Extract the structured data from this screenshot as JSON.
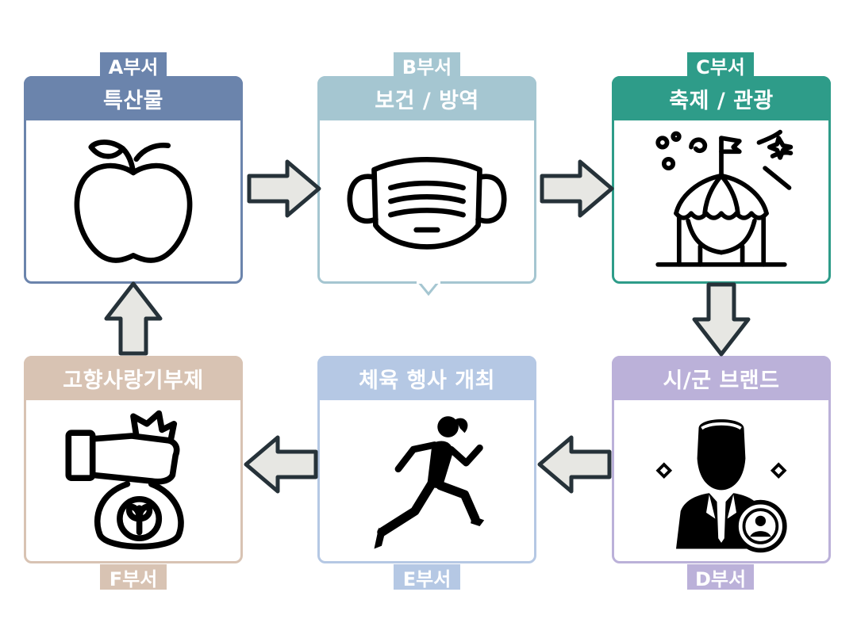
{
  "steps": [
    {
      "id": "a",
      "title": "특산물",
      "dept": "A부서",
      "color": "#6b84ac",
      "icon": "apple-icon"
    },
    {
      "id": "b",
      "title": "보건 / 방역",
      "dept": "B부서",
      "color": "#a5c6d1",
      "icon": "face-mask-icon"
    },
    {
      "id": "c",
      "title": "축제 / 관광",
      "dept": "C부서",
      "color": "#2e9c89",
      "icon": "festival-tent-icon"
    },
    {
      "id": "d",
      "title": "시/군 브랜드",
      "dept": "D부서",
      "color": "#bbb1d9",
      "icon": "businessman-icon"
    },
    {
      "id": "e",
      "title": "체육 행사 개최",
      "dept": "E부서",
      "color": "#b5c8e4",
      "icon": "runner-icon"
    },
    {
      "id": "f",
      "title": "고향사랑기부제",
      "dept": "F부서",
      "color": "#d8c3b3",
      "icon": "donation-icon"
    }
  ],
  "colors": {
    "arrow_fill": "#e7e7e3",
    "arrow_stroke": "#263239"
  }
}
